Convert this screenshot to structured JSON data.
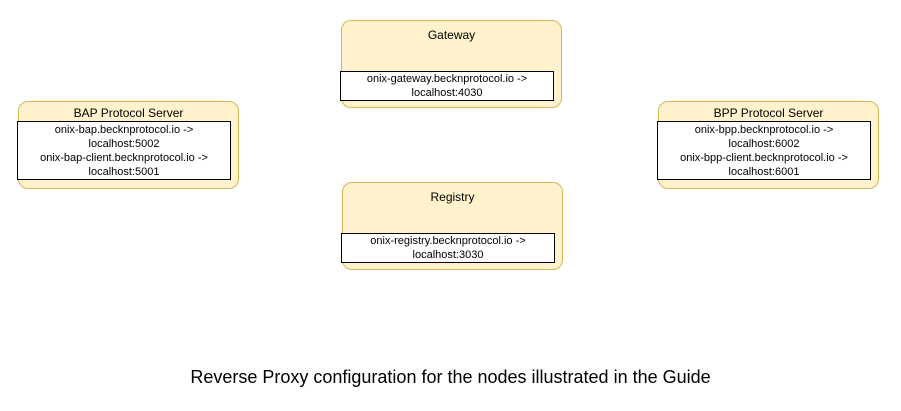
{
  "diagram": {
    "caption": "Reverse Proxy configuration for the nodes illustrated in the Guide",
    "nodes": [
      {
        "id": "gateway",
        "title": "Gateway",
        "mappings": [
          {
            "host": "onix-gateway.becknprotocol.io ->",
            "target": "localhost:4030"
          }
        ]
      },
      {
        "id": "bap-protocol-server",
        "title": "BAP Protocol Server",
        "mappings": [
          {
            "host": "onix-bap.becknprotocol.io ->",
            "target": "localhost:5002"
          },
          {
            "host": "onix-bap-client.becknprotocol.io ->",
            "target": "localhost:5001"
          }
        ]
      },
      {
        "id": "bpp-protocol-server",
        "title": "BPP Protocol Server",
        "mappings": [
          {
            "host": "onix-bpp.becknprotocol.io ->",
            "target": "localhost:6002"
          },
          {
            "host": "onix-bpp-client.becknprotocol.io ->",
            "target": "localhost:6001"
          }
        ]
      },
      {
        "id": "registry",
        "title": "Registry",
        "mappings": [
          {
            "host": "onix-registry.becknprotocol.io ->",
            "target": "localhost:3030"
          }
        ]
      }
    ]
  },
  "colors": {
    "node_fill": "#FFF2CC",
    "node_border": "#D6B656",
    "inner_fill": "#FFFFFF",
    "inner_border": "#000000",
    "text": "#000000",
    "canvas_bg": "#FFFFFF"
  }
}
